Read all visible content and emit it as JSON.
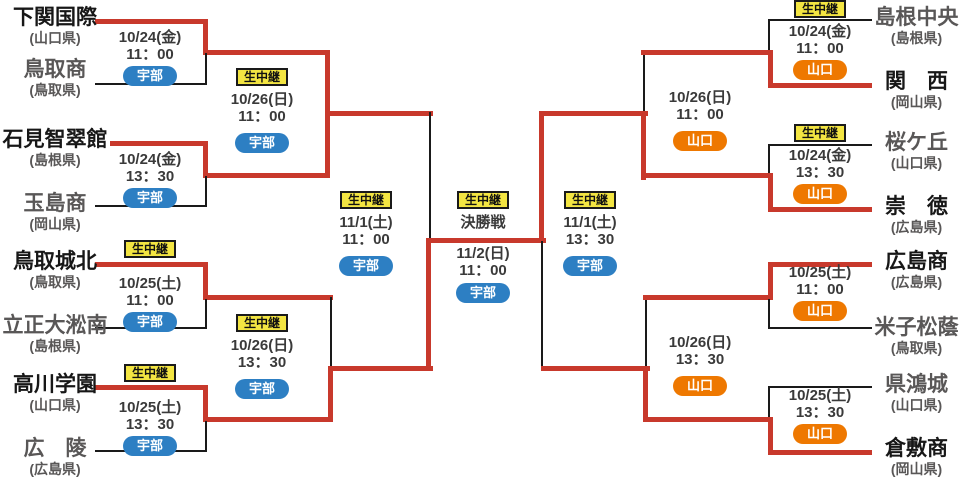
{
  "labels": {
    "live_badge": "生中継",
    "final_label": "決勝戦"
  },
  "colors": {
    "advance_line": "#c8392c",
    "line": "#1a1a1a",
    "live_badge_bg": "#f3e542",
    "venue_ube": "#2d7fc3",
    "venue_yamaguchi": "#ee7800"
  },
  "teams": [
    {
      "name": "下関国際",
      "prefecture": "(山口県)",
      "advanced": true
    },
    {
      "name": "鳥取商",
      "prefecture": "(鳥取県)",
      "advanced": false
    },
    {
      "name": "石見智翠館",
      "prefecture": "(島根県)",
      "advanced": true
    },
    {
      "name": "玉島商",
      "prefecture": "(岡山県)",
      "advanced": false
    },
    {
      "name": "鳥取城北",
      "prefecture": "(鳥取県)",
      "advanced": true
    },
    {
      "name": "立正大淞南",
      "prefecture": "(島根県)",
      "advanced": false
    },
    {
      "name": "高川学園",
      "prefecture": "(山口県)",
      "advanced": true
    },
    {
      "name": "広　陵",
      "prefecture": "(広島県)",
      "advanced": false
    },
    {
      "name": "島根中央",
      "prefecture": "(島根県)",
      "advanced": false
    },
    {
      "name": "関　西",
      "prefecture": "(岡山県)",
      "advanced": true
    },
    {
      "name": "桜ケ丘",
      "prefecture": "(山口県)",
      "advanced": false
    },
    {
      "name": "崇　徳",
      "prefecture": "(広島県)",
      "advanced": true
    },
    {
      "name": "広島商",
      "prefecture": "(広島県)",
      "advanced": true
    },
    {
      "name": "米子松蔭",
      "prefecture": "(鳥取県)",
      "advanced": false
    },
    {
      "name": "県鴻城",
      "prefecture": "(山口県)",
      "advanced": false
    },
    {
      "name": "倉敷商",
      "prefecture": "(岡山県)",
      "advanced": true
    }
  ],
  "matches": [
    {
      "date": "10/24(金)",
      "time": "11：00",
      "venue": "宇部",
      "live": false
    },
    {
      "date": "10/24(金)",
      "time": "13：30",
      "venue": "宇部",
      "live": false
    },
    {
      "date": "10/25(土)",
      "time": "11：00",
      "venue": "宇部",
      "live": true
    },
    {
      "date": "10/25(土)",
      "time": "13：30",
      "venue": "宇部",
      "live": true
    },
    {
      "date": "10/26(日)",
      "time": "11：00",
      "venue": "宇部",
      "live": true
    },
    {
      "date": "10/26(日)",
      "time": "13：30",
      "venue": "宇部",
      "live": true
    },
    {
      "date": "11/1(土)",
      "time": "11：00",
      "venue": "宇部",
      "live": true
    },
    {
      "date": "11/2(日)",
      "time": "11：00",
      "venue": "宇部",
      "live": true
    },
    {
      "date": "11/1(土)",
      "time": "13：30",
      "venue": "宇部",
      "live": true
    },
    {
      "date": "10/26(日)",
      "time": "11：00",
      "venue": "山口",
      "live": false
    },
    {
      "date": "10/26(日)",
      "time": "13：30",
      "venue": "山口",
      "live": false
    },
    {
      "date": "10/24(金)",
      "time": "11：00",
      "venue": "山口",
      "live": true
    },
    {
      "date": "10/24(金)",
      "time": "13：30",
      "venue": "山口",
      "live": true
    },
    {
      "date": "10/25(土)",
      "time": "11：00",
      "venue": "山口",
      "live": false
    },
    {
      "date": "10/25(土)",
      "time": "13：30",
      "venue": "山口",
      "live": false
    }
  ]
}
